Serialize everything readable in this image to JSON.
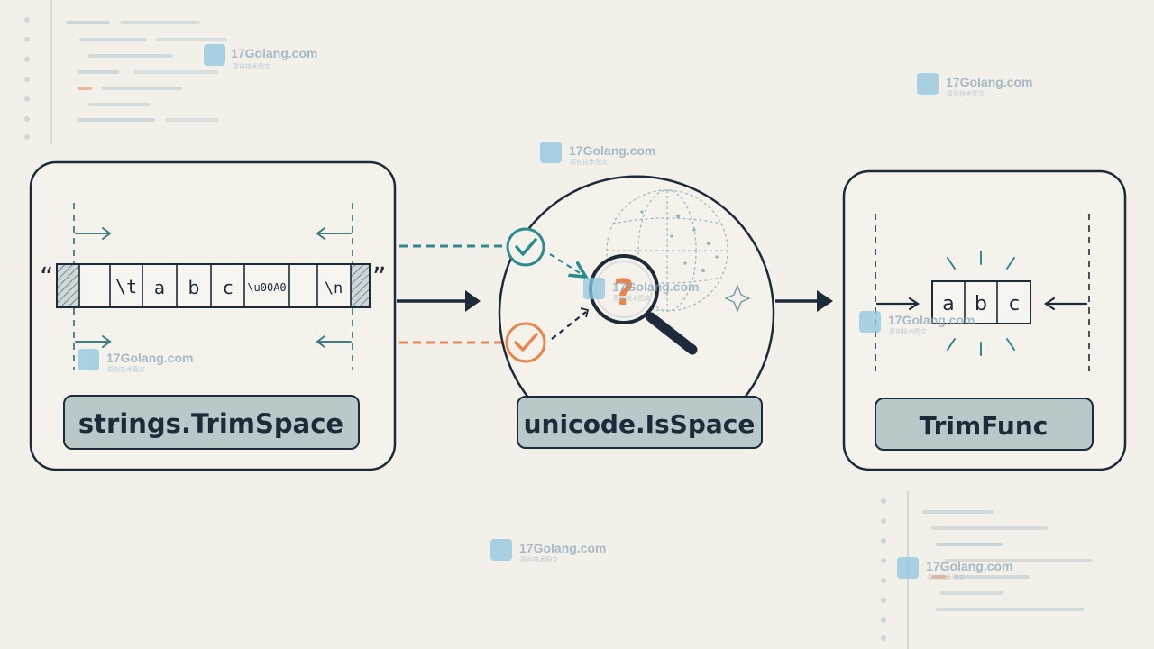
{
  "colors": {
    "background": "#f3f0e9",
    "ink": "#1c2a3a",
    "teal": "#2b8b8f",
    "orange": "#e8854a",
    "label_fill": "#b9c8c9",
    "muted_line": "#c9d2d3"
  },
  "watermark": {
    "text": "17Golang.com",
    "sub": "原创技术图文"
  },
  "trim_space": {
    "label": "strings.TrimSpace",
    "open_quote": "“",
    "close_quote": "”",
    "cells": [
      "",
      "\\t",
      "a",
      "b",
      "c",
      "\\u00A0",
      "",
      "\\n"
    ]
  },
  "is_space": {
    "label": "unicode.IsSpace",
    "question": "?"
  },
  "trim_func": {
    "label": "TrimFunc",
    "cells": [
      "a",
      "b",
      "c"
    ]
  },
  "icons": [
    "check-icon",
    "check-icon",
    "magnifier-icon",
    "globe-icon",
    "sparkle-icon",
    "arrow-right-icon",
    "arrow-left-icon"
  ]
}
